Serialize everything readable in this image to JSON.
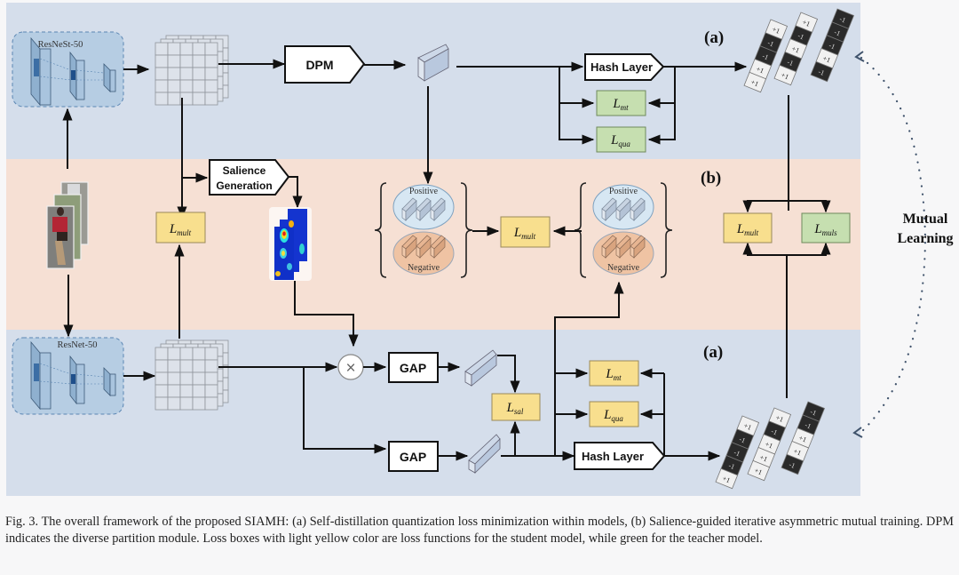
{
  "figure": {
    "panels": {
      "top": {
        "tag": "(a)",
        "backbone_label": "ResNeSt-50",
        "role": "teacher"
      },
      "middle": {
        "tag": "(b)"
      },
      "bottom": {
        "tag": "(a)",
        "backbone_label": "ResNet-50",
        "role": "student"
      }
    },
    "blocks": {
      "dpm": "DPM",
      "hash_layer_top": "Hash Layer",
      "hash_layer_bottom": "Hash Layer",
      "salience_generation_line1": "Salience",
      "salience_generation_line2": "Generation",
      "gap_top": "GAP",
      "gap_bottom": "GAP",
      "multiply_symbol": "×"
    },
    "losses": {
      "top_mt": {
        "base": "L",
        "sub": "mt",
        "color": "green"
      },
      "top_qua": {
        "base": "L",
        "sub": "qua",
        "color": "green"
      },
      "left_mult": {
        "base": "L",
        "sub": "mult",
        "color": "yellow"
      },
      "center_mult": {
        "base": "L",
        "sub": "mult",
        "color": "yellow"
      },
      "right_mult": {
        "base": "L",
        "sub": "mult",
        "color": "yellow"
      },
      "right_muls": {
        "base": "L",
        "sub": "muls",
        "color": "green"
      },
      "sal": {
        "base": "L",
        "sub": "sal",
        "color": "yellow"
      },
      "bottom_mt": {
        "base": "L",
        "sub": "mt",
        "color": "yellow"
      },
      "bottom_qua": {
        "base": "L",
        "sub": "qua",
        "color": "yellow"
      }
    },
    "sample_sets": {
      "positive_label": "Positive",
      "negative_label": "Negative"
    },
    "hash_codes_top": [
      [
        "+1",
        "-1",
        "-1",
        "+1",
        "+1"
      ],
      [
        "+1",
        "-1",
        "+1",
        "-1",
        "+1"
      ],
      [
        "-1",
        "-1",
        "-1",
        "+1",
        "-1"
      ]
    ],
    "hash_codes_bottom": [
      [
        "+1",
        "-1",
        "-1",
        "-1",
        "+1"
      ],
      [
        "+1",
        "-1",
        "+1",
        "+1",
        "+1"
      ],
      [
        "-1",
        "-1",
        "+1",
        "+1",
        "-1"
      ]
    ],
    "mutual_learning_line1": "Mutual",
    "mutual_learning_line2": "Learning",
    "colors": {
      "panel_a_bg": "#d5deeb",
      "panel_b_bg": "#f6e0d4",
      "loss_yellow": "#f8df8e",
      "loss_green": "#c6dfb0",
      "backbone_bg": "#b6cde3",
      "positive_ellipse": "#d7e7f3",
      "negative_ellipse": "#efc3a3"
    }
  },
  "caption": "Fig. 3.  The overall framework of the proposed SIAMH: (a) Self-distillation quantization loss minimization within models, (b) Salience-guided iterative asymmetric mutual training. DPM indicates the diverse partition module. Loss boxes with light yellow color are loss functions for the student model, while green for the teacher model."
}
